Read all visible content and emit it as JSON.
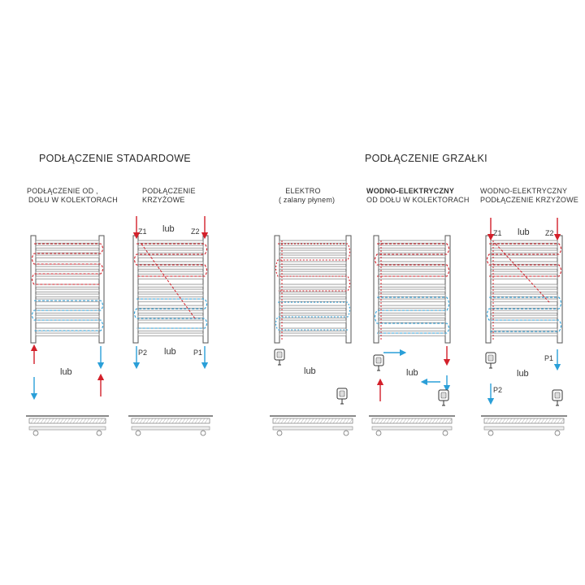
{
  "headers": {
    "standard": "PODŁĄCZENIE STADARDOWE",
    "heater": "PODŁĄCZENIE GRZAŁKI"
  },
  "captions": {
    "d1_line1": "PODŁĄCZENIE OD ,",
    "d1_line2": "DOŁU W KOLEKTORACH",
    "d2_line1": "PODŁĄCZENIE",
    "d2_line2": "KRZYŻOWE",
    "d3_line1": "ELEKTRO",
    "d3_line2": "( zalany płynem)",
    "d4_line1": "WODNO-ELEKTRYCZNY",
    "d4_line2": "OD DOŁU W KOLEKTORACH",
    "d5_line1": "WODNO-ELEKTRYCZNY",
    "d5_line2": "PODŁĄCZENIE KRZYŻOWE"
  },
  "labels": {
    "lub": "lub",
    "z1": "Z1",
    "z2": "Z2",
    "p1": "P1",
    "p2": "P2"
  },
  "colors": {
    "hot": "#d3202a",
    "cold": "#2a9fd8",
    "line": "#555555"
  },
  "icons": [
    "heating-element-icon",
    "supply-arrow-icon",
    "return-arrow-icon"
  ]
}
